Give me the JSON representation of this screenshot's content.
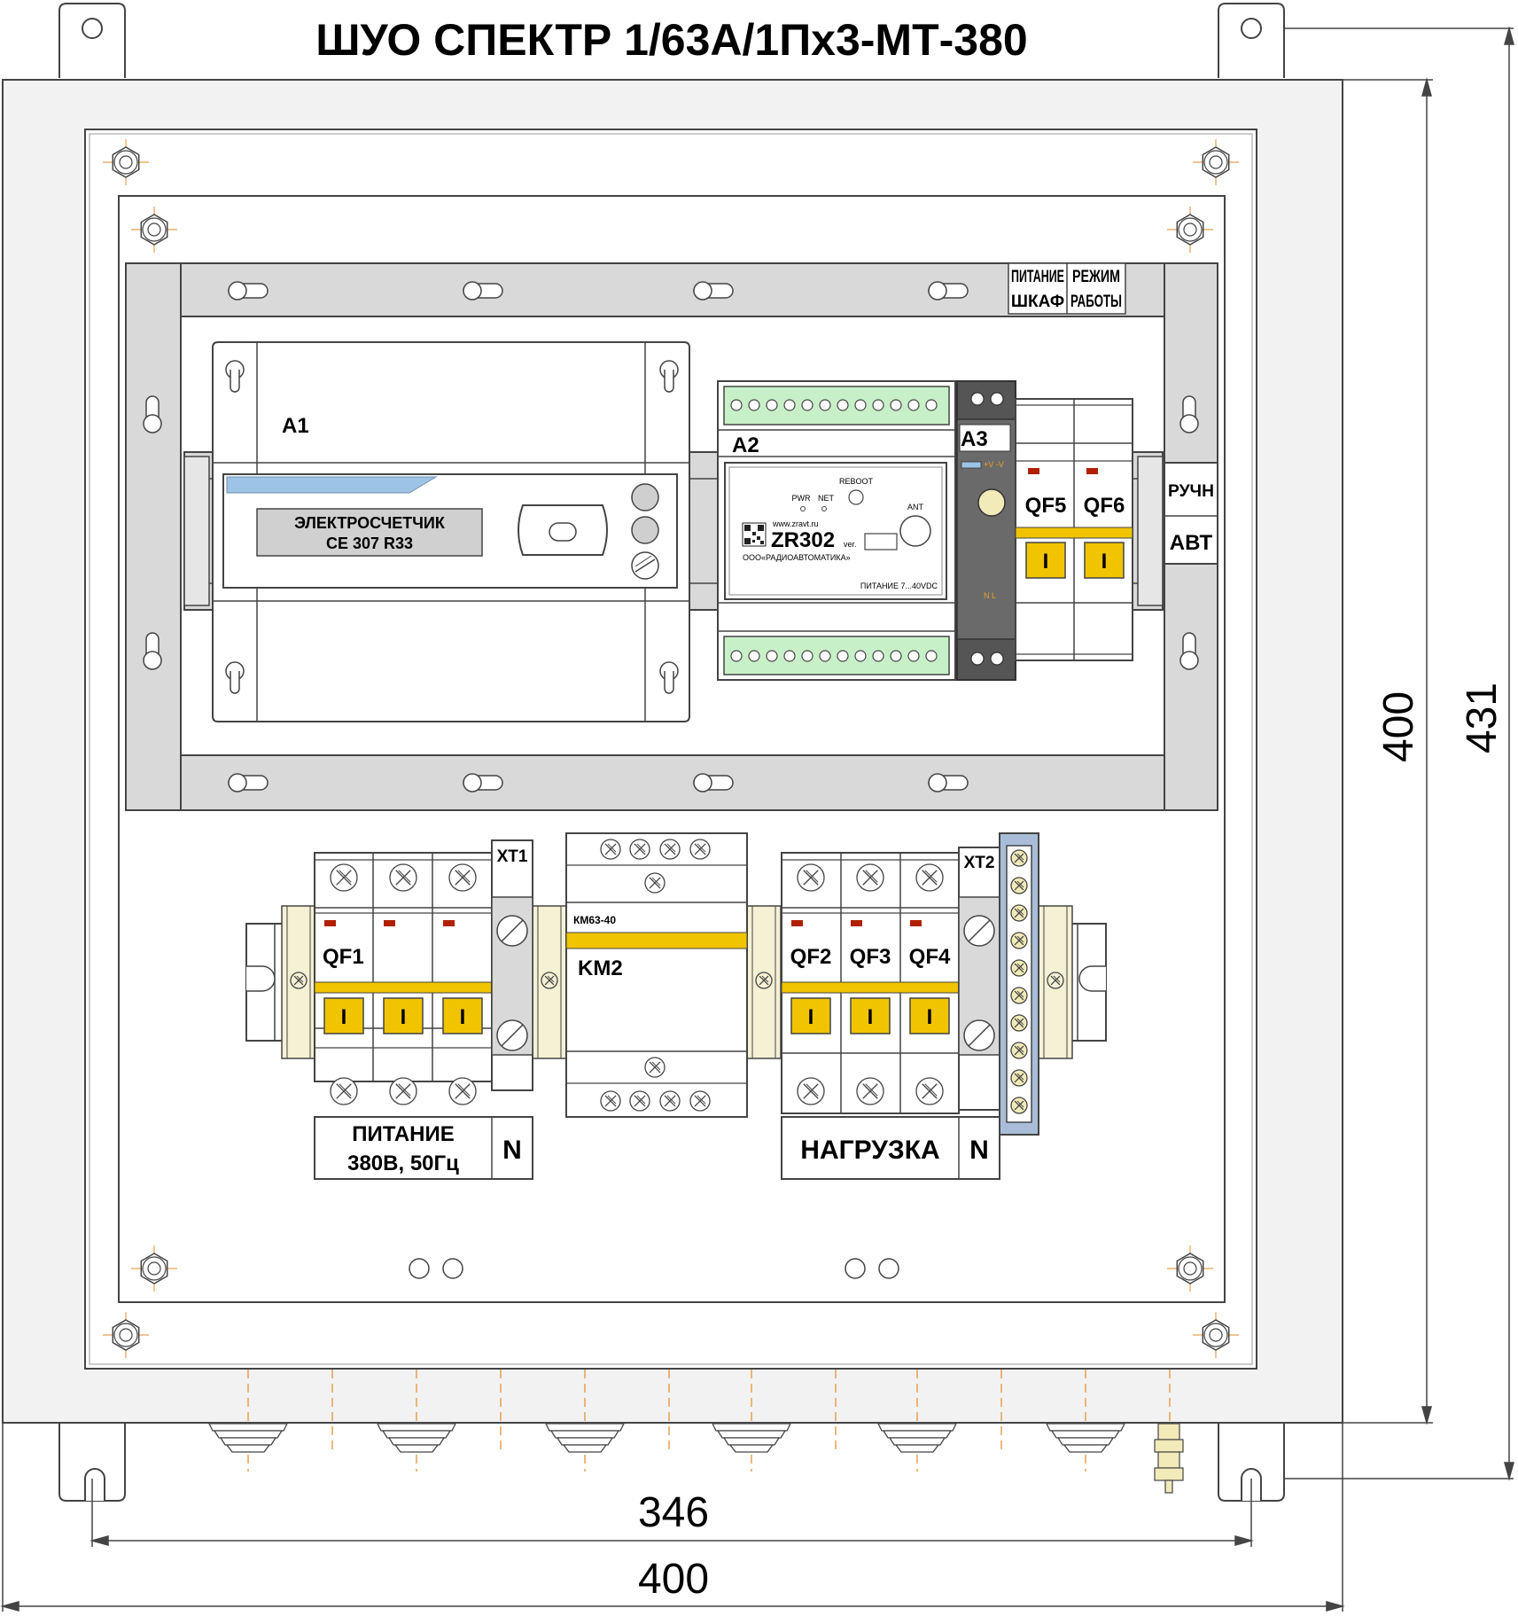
{
  "title": "ШУО СПЕКТР 1/63А/1Пх3-МТ-380",
  "dimensions": {
    "width_inner": "346",
    "width_outer": "400",
    "height_inner": "400",
    "height_outer": "431"
  },
  "meter": {
    "ref": "A1",
    "name_line1": "ЭЛЕКТРОСЧЕТЧИК",
    "name_line2": "CE 307 R33"
  },
  "controller": {
    "ref": "A2",
    "model": "ZR302",
    "site": "www.zravt.ru",
    "maker": "ООО«РАДИОАВТОМАТИКА»",
    "supply": "ПИТАНИЕ 7...40VDC",
    "led_pwr": "PWR",
    "led_net": "NET",
    "reboot": "REBOOT",
    "antenna": "ANT",
    "version": "ver."
  },
  "power_supply": {
    "ref": "A3",
    "out_label": "+V -V",
    "in_label": "N   L"
  },
  "top_labels": {
    "cabinet_power_1": "ПИТАНИЕ",
    "cabinet_power_2": "ШКАФ",
    "mode_1": "РЕЖИМ",
    "mode_2": "РАБОТЫ"
  },
  "mode_switch": {
    "manual": "РУЧН",
    "auto": "АВТ"
  },
  "breakers": {
    "qf1": "QF1",
    "qf2": "QF2",
    "qf3": "QF3",
    "qf4": "QF4",
    "qf5": "QF5",
    "qf6": "QF6",
    "on_mark": "I"
  },
  "contactor": {
    "ref": "KM2",
    "model": "КМ63-40"
  },
  "terminals": {
    "xt1": "XT1",
    "xt2": "XT2"
  },
  "bottom_labels": {
    "supply_1": "ПИТАНИЕ",
    "supply_2": "380В, 50Гц",
    "load": "НАГРУЗКА",
    "neutral": "N"
  },
  "colors": {
    "enclosure": "#f0f0f0",
    "din_rail": "#d9d9d9",
    "terminal_green": "#c8f0c8",
    "breaker_yellow": "#f0c400",
    "indicator_red": "#b02000",
    "neutral_bar": "#a9bdd9",
    "rail_cream": "#f4f1d4",
    "guide_orange": "#e8a050",
    "ps_dark": "#555555"
  }
}
